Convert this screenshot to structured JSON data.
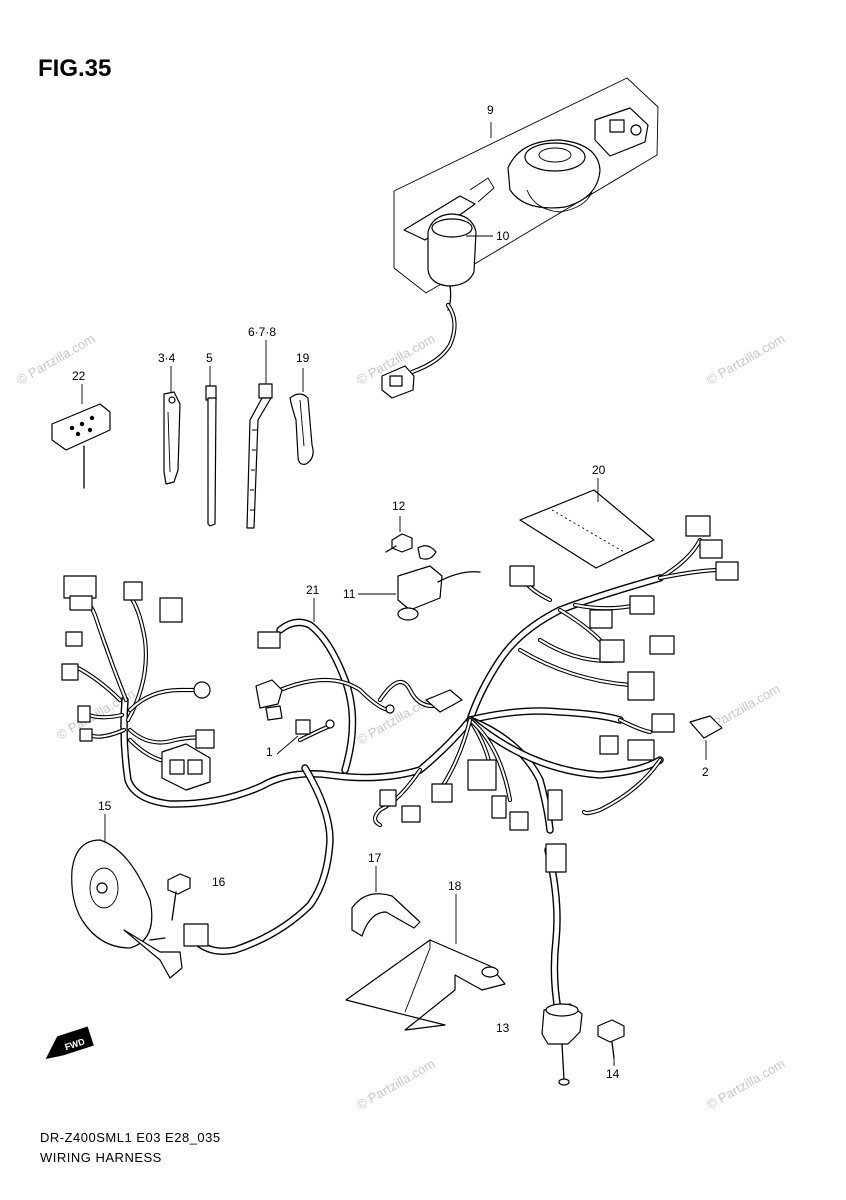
{
  "figure": {
    "title": "FIG.35",
    "code": "DR-Z400SML1 E03 E28_035",
    "name": "WIRING HARNESS",
    "direction_label": "FWD"
  },
  "watermark": "© Partzilla.com",
  "callouts": {
    "p1": "1",
    "p2": "2",
    "p3_4": "3·4",
    "p5": "5",
    "p6_7_8": "6·7·8",
    "p9": "9",
    "p10": "10",
    "p11": "11",
    "p12": "12",
    "p13": "13",
    "p14": "14",
    "p15": "15",
    "p16": "16",
    "p17": "17",
    "p18": "18",
    "p19": "19",
    "p20": "20",
    "p21": "21",
    "p22": "22"
  }
}
